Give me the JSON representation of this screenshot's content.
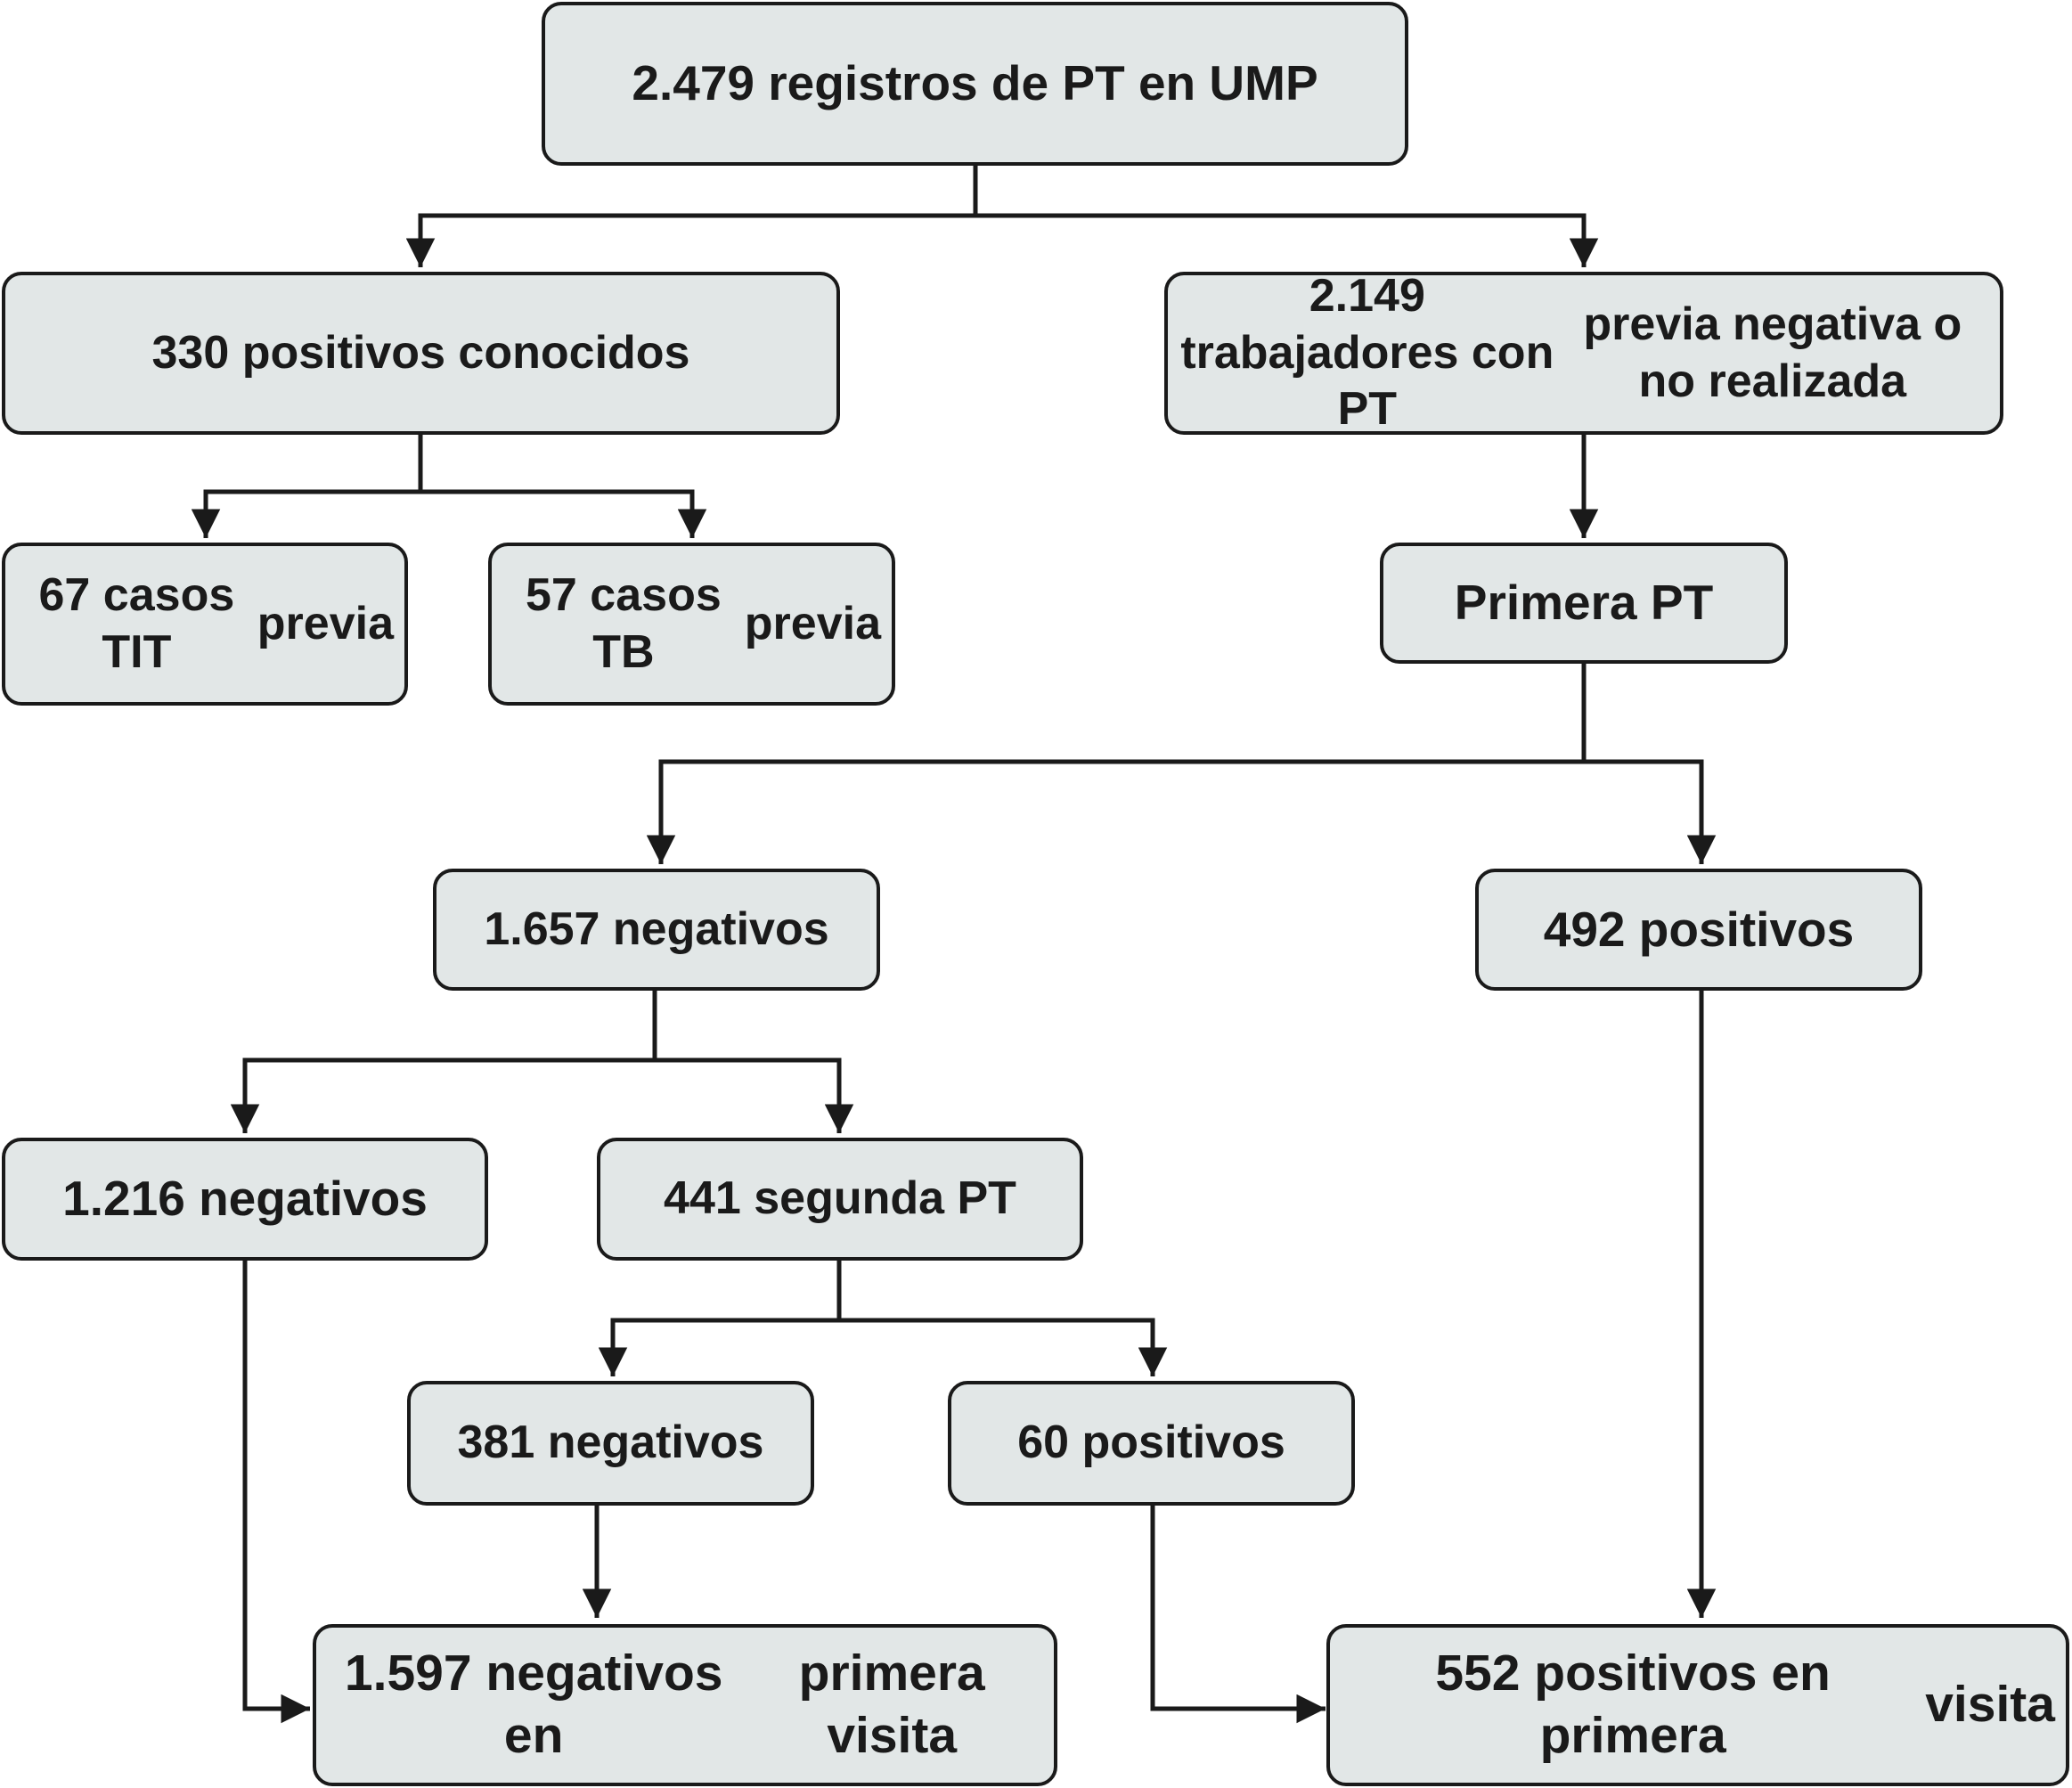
{
  "diagram": {
    "nodes": {
      "root": {
        "lines": [
          "2.479 registros de PT en UMP"
        ]
      },
      "known_positive": {
        "lines": [
          "330 positivos conocidos"
        ]
      },
      "workers": {
        "lines": [
          "2.149  trabajadores con PT",
          "previa negativa o  no realizada"
        ]
      },
      "tit": {
        "lines": [
          "67 casos TIT",
          "previa"
        ]
      },
      "tb": {
        "lines": [
          "57 casos TB",
          "previa"
        ]
      },
      "first_pt": {
        "lines": [
          "Primera PT"
        ]
      },
      "neg_first": {
        "lines": [
          "1.657 negativos"
        ]
      },
      "pos_first": {
        "lines": [
          "492 positivos"
        ]
      },
      "neg_1216": {
        "lines": [
          "1.216 negativos"
        ]
      },
      "second_pt": {
        "lines": [
          "441 segunda PT"
        ]
      },
      "neg_381": {
        "lines": [
          "381 negativos"
        ]
      },
      "pos_60": {
        "lines": [
          "60 positivos"
        ]
      },
      "neg_total": {
        "lines": [
          "1.597 negativos en",
          "primera visita"
        ]
      },
      "pos_total": {
        "lines": [
          "552 positivos en primera",
          "visita"
        ]
      }
    },
    "edges": [
      {
        "from": "root",
        "to": "known_positive"
      },
      {
        "from": "root",
        "to": "workers"
      },
      {
        "from": "known_positive",
        "to": "tit"
      },
      {
        "from": "known_positive",
        "to": "tb"
      },
      {
        "from": "workers",
        "to": "first_pt"
      },
      {
        "from": "first_pt",
        "to": "neg_first"
      },
      {
        "from": "first_pt",
        "to": "pos_first"
      },
      {
        "from": "neg_first",
        "to": "neg_1216"
      },
      {
        "from": "neg_first",
        "to": "second_pt"
      },
      {
        "from": "second_pt",
        "to": "neg_381"
      },
      {
        "from": "second_pt",
        "to": "pos_60"
      },
      {
        "from": "neg_381",
        "to": "neg_total"
      },
      {
        "from": "neg_1216",
        "to": "neg_total"
      },
      {
        "from": "pos_first",
        "to": "pos_total"
      },
      {
        "from": "pos_60",
        "to": "pos_total"
      }
    ],
    "colors": {
      "box_fill": "#e2e7e7",
      "line": "#1a1a1a"
    }
  }
}
